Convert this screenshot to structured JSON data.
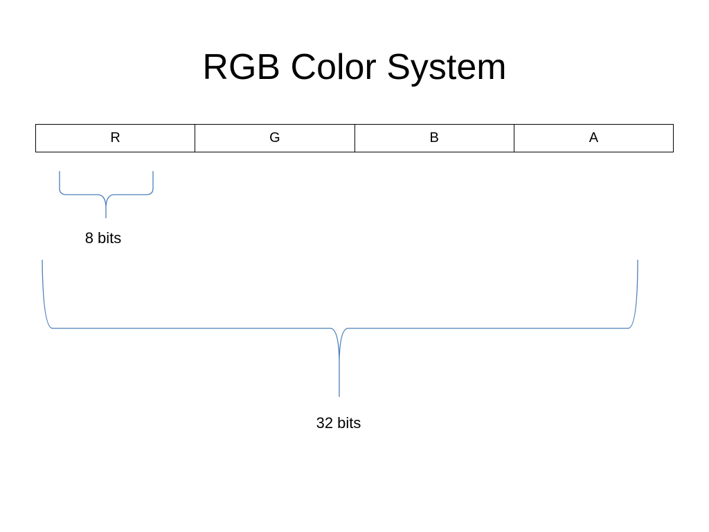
{
  "title": "RGB Color System",
  "channels": [
    "R",
    "G",
    "B",
    "A"
  ],
  "labels": {
    "channel_size": "8 bits",
    "total_size": "32 bits"
  },
  "colors": {
    "brace": "#4a7ebb",
    "border": "#000000"
  }
}
